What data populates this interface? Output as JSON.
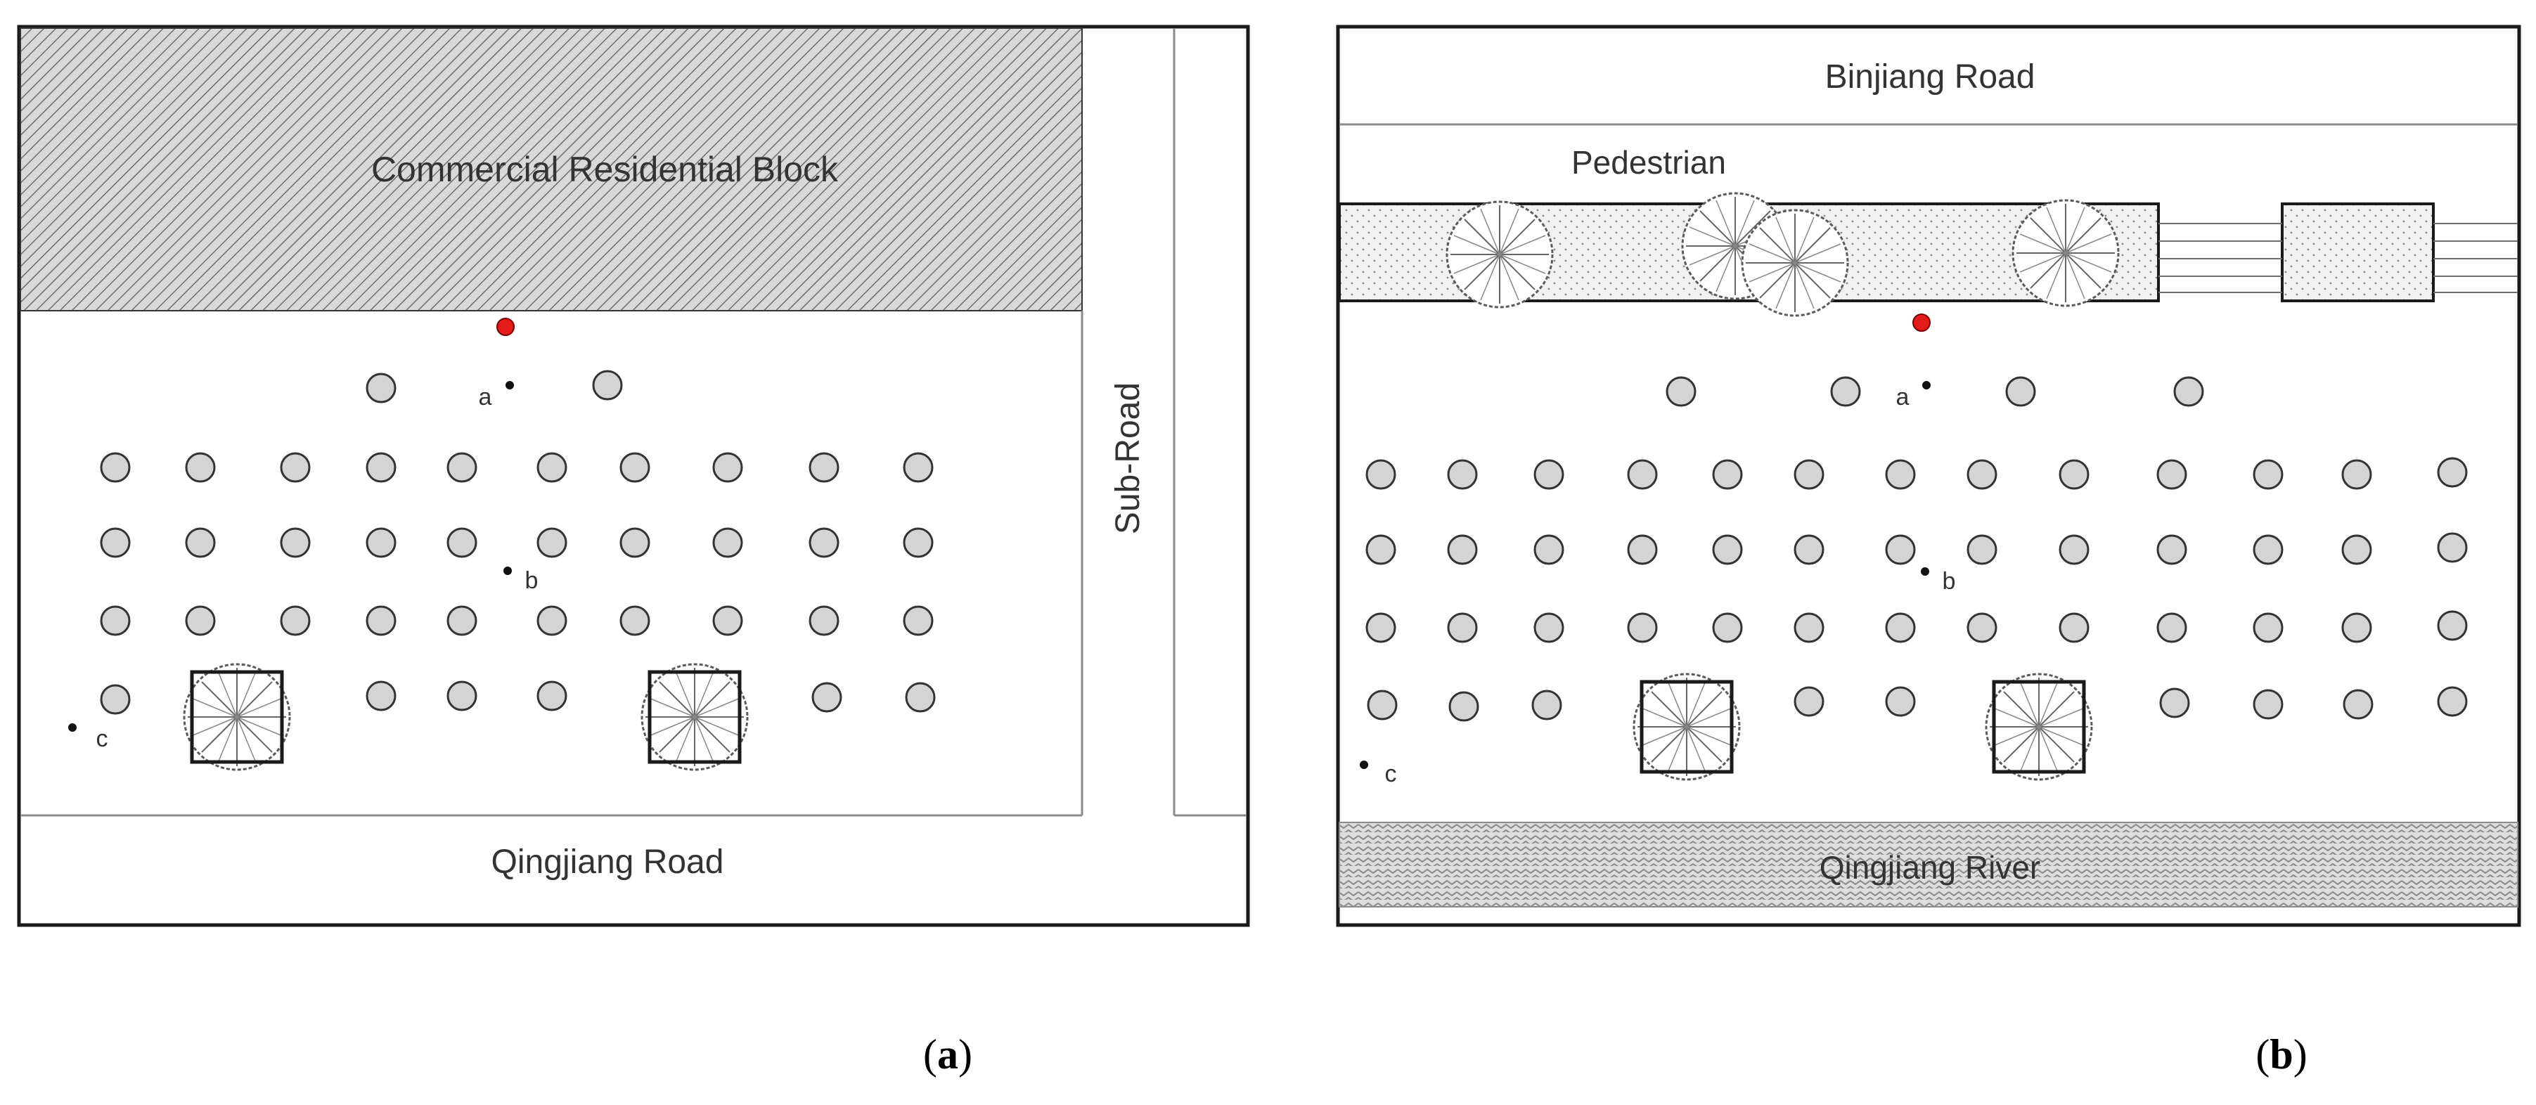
{
  "panels": {
    "a": {
      "caption": {
        "open": "(",
        "letter": "a",
        "close": ")"
      },
      "labels": {
        "block": "Commercial Residential Block",
        "subroad": "Sub-Road",
        "road": "Qingjiang Road"
      },
      "points": {
        "a": "a",
        "b": "b",
        "c": "c"
      }
    },
    "b": {
      "caption": {
        "open": "(",
        "letter": "b",
        "close": ")"
      },
      "labels": {
        "road": "Binjiang Road",
        "pedestrian": "Pedestrian",
        "river": "Qingjiang River"
      },
      "points": {
        "a": "a",
        "b": "b",
        "c": "c"
      }
    }
  },
  "colors": {
    "frame": "#1a1a1a",
    "line": "#8a8a8a",
    "post_fill": "#d4d4d4",
    "receiver": "#e31b1b",
    "hatch": "#6e6e6e"
  }
}
